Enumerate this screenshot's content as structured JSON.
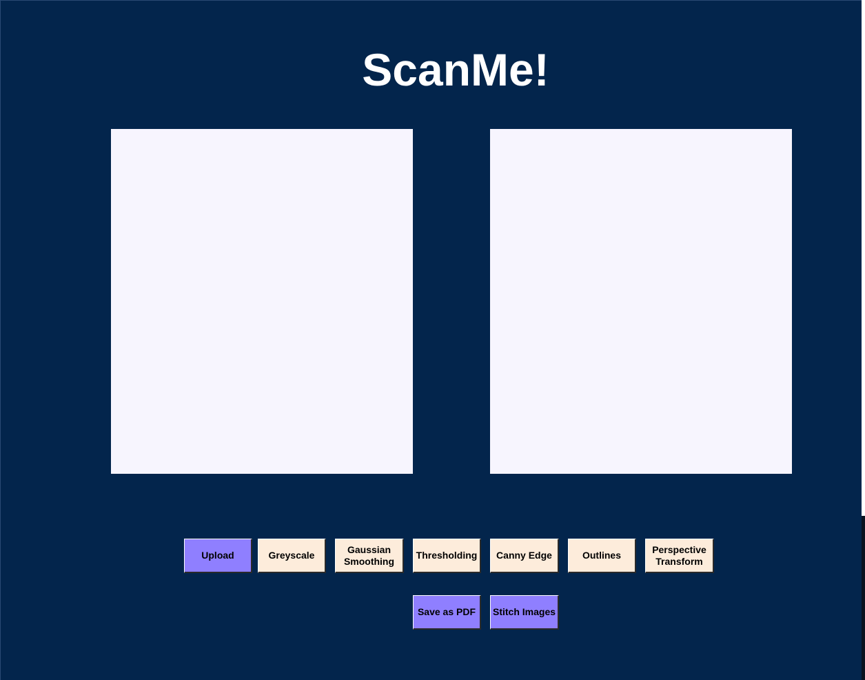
{
  "app": {
    "title": "ScanMe!"
  },
  "panels": {
    "input_label": "",
    "output_label": ""
  },
  "toolbar": {
    "buttons": [
      {
        "label": "Upload",
        "style": "primary"
      },
      {
        "label": "Greyscale",
        "style": "secondary"
      },
      {
        "label": "Gaussian\nSmoothing",
        "style": "secondary"
      },
      {
        "label": "Thresholding",
        "style": "secondary"
      },
      {
        "label": "Canny Edge",
        "style": "secondary"
      },
      {
        "label": "Outlines",
        "style": "secondary"
      },
      {
        "label": "Perspective\nTransform",
        "style": "secondary"
      }
    ],
    "actions": [
      {
        "label": "Save as PDF",
        "style": "primary"
      },
      {
        "label": "Stitch Images",
        "style": "primary"
      }
    ]
  },
  "colors": {
    "background": "#03254c",
    "panel": "#f7f5fe",
    "primary_button": "#8f7fff",
    "secondary_button": "#fdecdb",
    "title_text": "#ffffff"
  }
}
